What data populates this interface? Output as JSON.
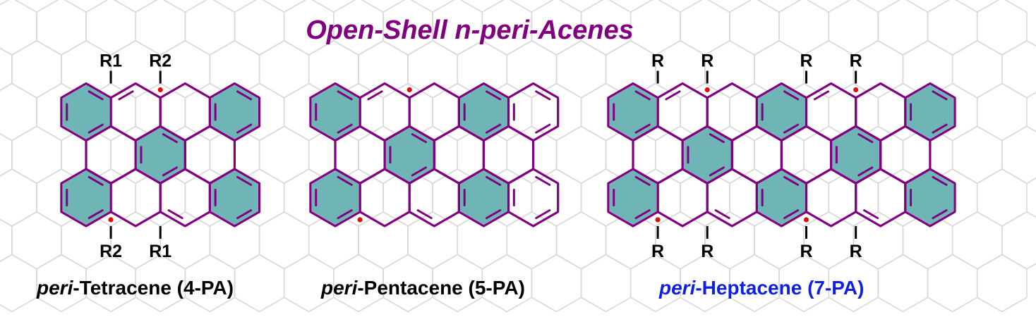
{
  "title": "Open-Shell n-peri-Acenes",
  "molecules": [
    {
      "id": "4-PA",
      "caption_prefix": "peri",
      "caption_rest": "-Tetracene (4-PA)",
      "top_labels": [
        "R1",
        "R2"
      ],
      "bottom_labels": [
        "R2",
        "R1"
      ]
    },
    {
      "id": "5-PA",
      "caption_prefix": "peri",
      "caption_rest": "-Pentacene (5-PA)",
      "top_labels": [],
      "bottom_labels": []
    },
    {
      "id": "7-PA",
      "caption_prefix": "peri",
      "caption_rest": "-Heptacene (7-PA)",
      "top_labels": [
        "R",
        "R",
        "R",
        "R"
      ],
      "bottom_labels": [
        "R",
        "R",
        "R",
        "R"
      ]
    }
  ],
  "colors": {
    "bond": "#800080",
    "ring_fill": "#6fb5b5",
    "radical": "#e01010",
    "grid": "#d8d8d8",
    "caption_highlight": "#1020e0"
  }
}
